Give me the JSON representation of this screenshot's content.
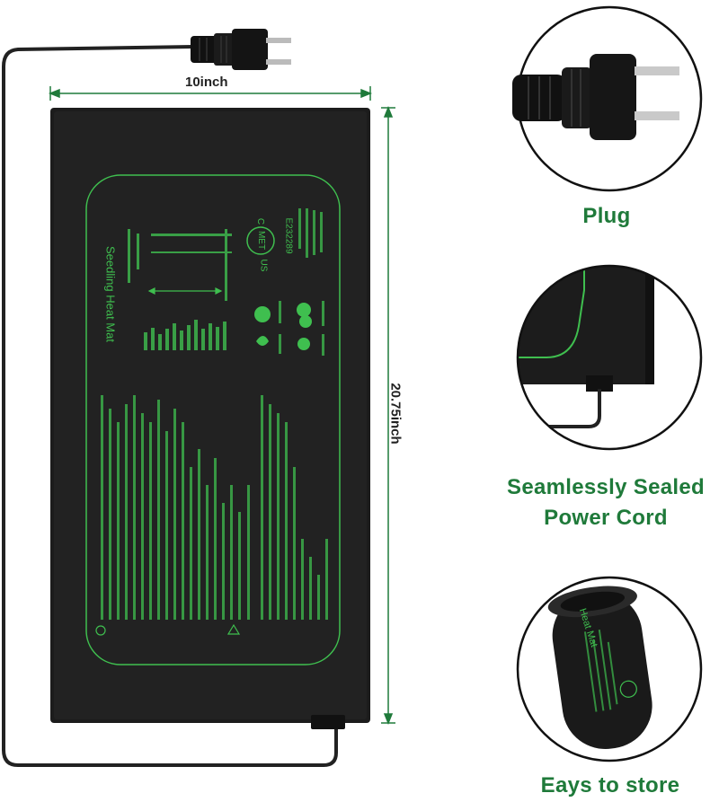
{
  "dimensions": {
    "width_label": "10inch",
    "height_label": "20.75inch"
  },
  "mat": {
    "title": "Seedling Heat Mat",
    "cert_mark": "MET",
    "cert_c": "C",
    "cert_us": "US",
    "cert_number": "E232289"
  },
  "features": [
    {
      "label": "Plug"
    },
    {
      "label": "Seamlessly Sealed Power Cord"
    },
    {
      "label": "Eays to store"
    }
  ],
  "roll": {
    "text": "Heat Mat"
  },
  "colors": {
    "accent_green": "#1f7a3a",
    "print_green": "#3fbf4f",
    "mat_black": "#1a1a1a"
  }
}
